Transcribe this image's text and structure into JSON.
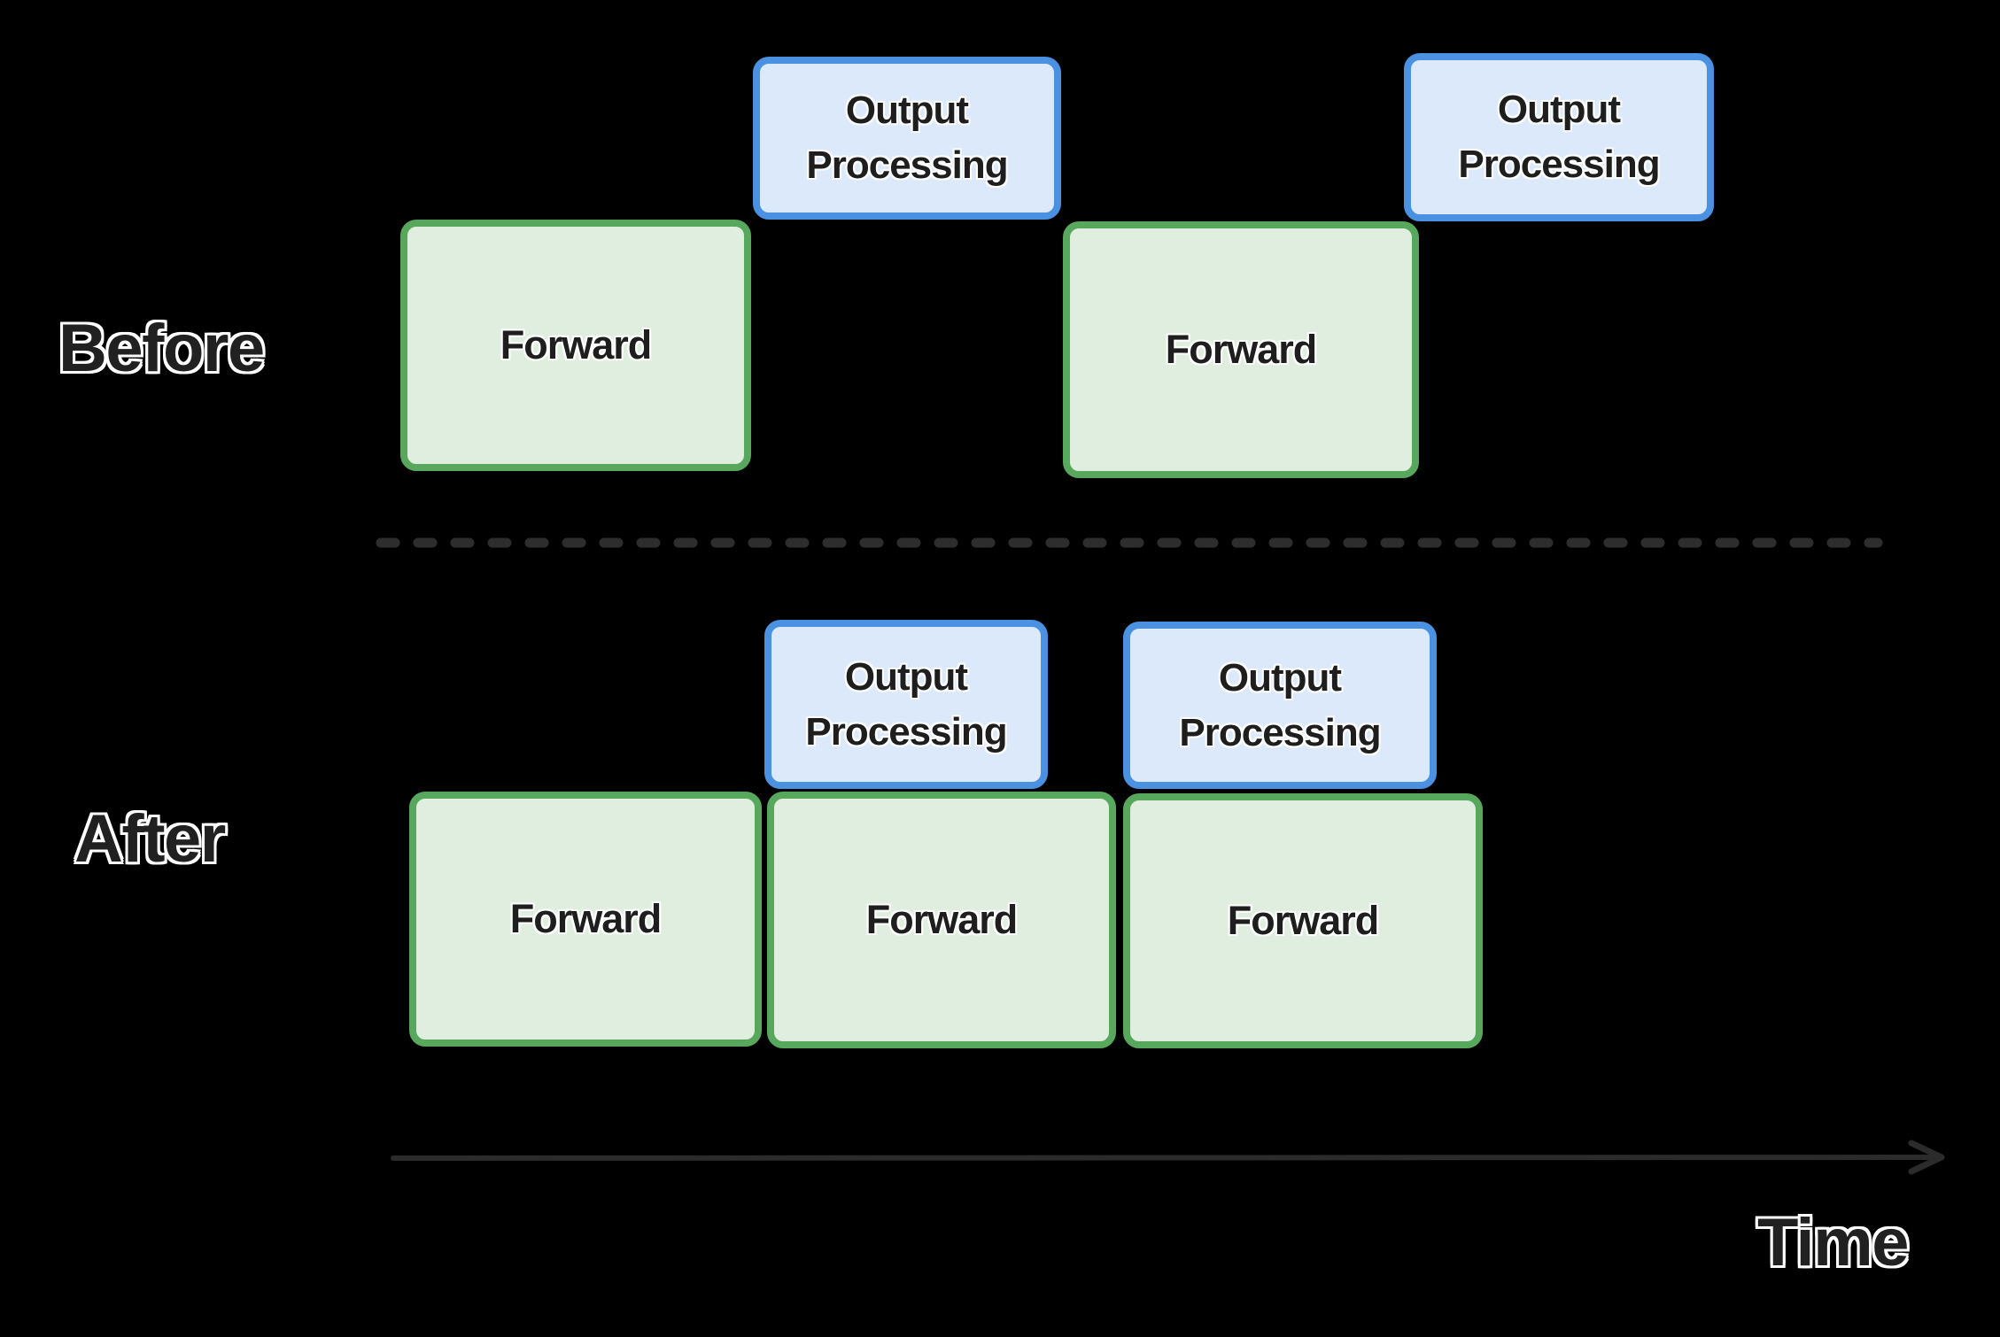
{
  "canvas": {
    "background": "#000000"
  },
  "palette": {
    "forward_fill": "#dfeede",
    "forward_border": "#57a85c",
    "output_fill": "#dbe9fa",
    "output_border": "#4a91e2",
    "block_text": "#1e1e1e",
    "label_text": "#212121",
    "label_outline": "#ffffff",
    "axis_color": "#2b2b2b"
  },
  "sections": {
    "before": {
      "label": "Before",
      "blocks": [
        {
          "id": "before-forward-1",
          "type": "forward",
          "label": "Forward"
        },
        {
          "id": "before-output-1",
          "type": "output-processing",
          "label": "Output Processing"
        },
        {
          "id": "before-forward-2",
          "type": "forward",
          "label": "Forward"
        },
        {
          "id": "before-output-2",
          "type": "output-processing",
          "label": "Output Processing"
        }
      ]
    },
    "after": {
      "label": "After",
      "blocks": [
        {
          "id": "after-forward-1",
          "type": "forward",
          "label": "Forward"
        },
        {
          "id": "after-forward-2",
          "type": "forward",
          "label": "Forward"
        },
        {
          "id": "after-forward-3",
          "type": "forward",
          "label": "Forward"
        },
        {
          "id": "after-output-1",
          "type": "output-processing",
          "label": "Output Processing"
        },
        {
          "id": "after-output-2",
          "type": "output-processing",
          "label": "Output Processing"
        }
      ]
    }
  },
  "timeline": {
    "label": "Time"
  }
}
